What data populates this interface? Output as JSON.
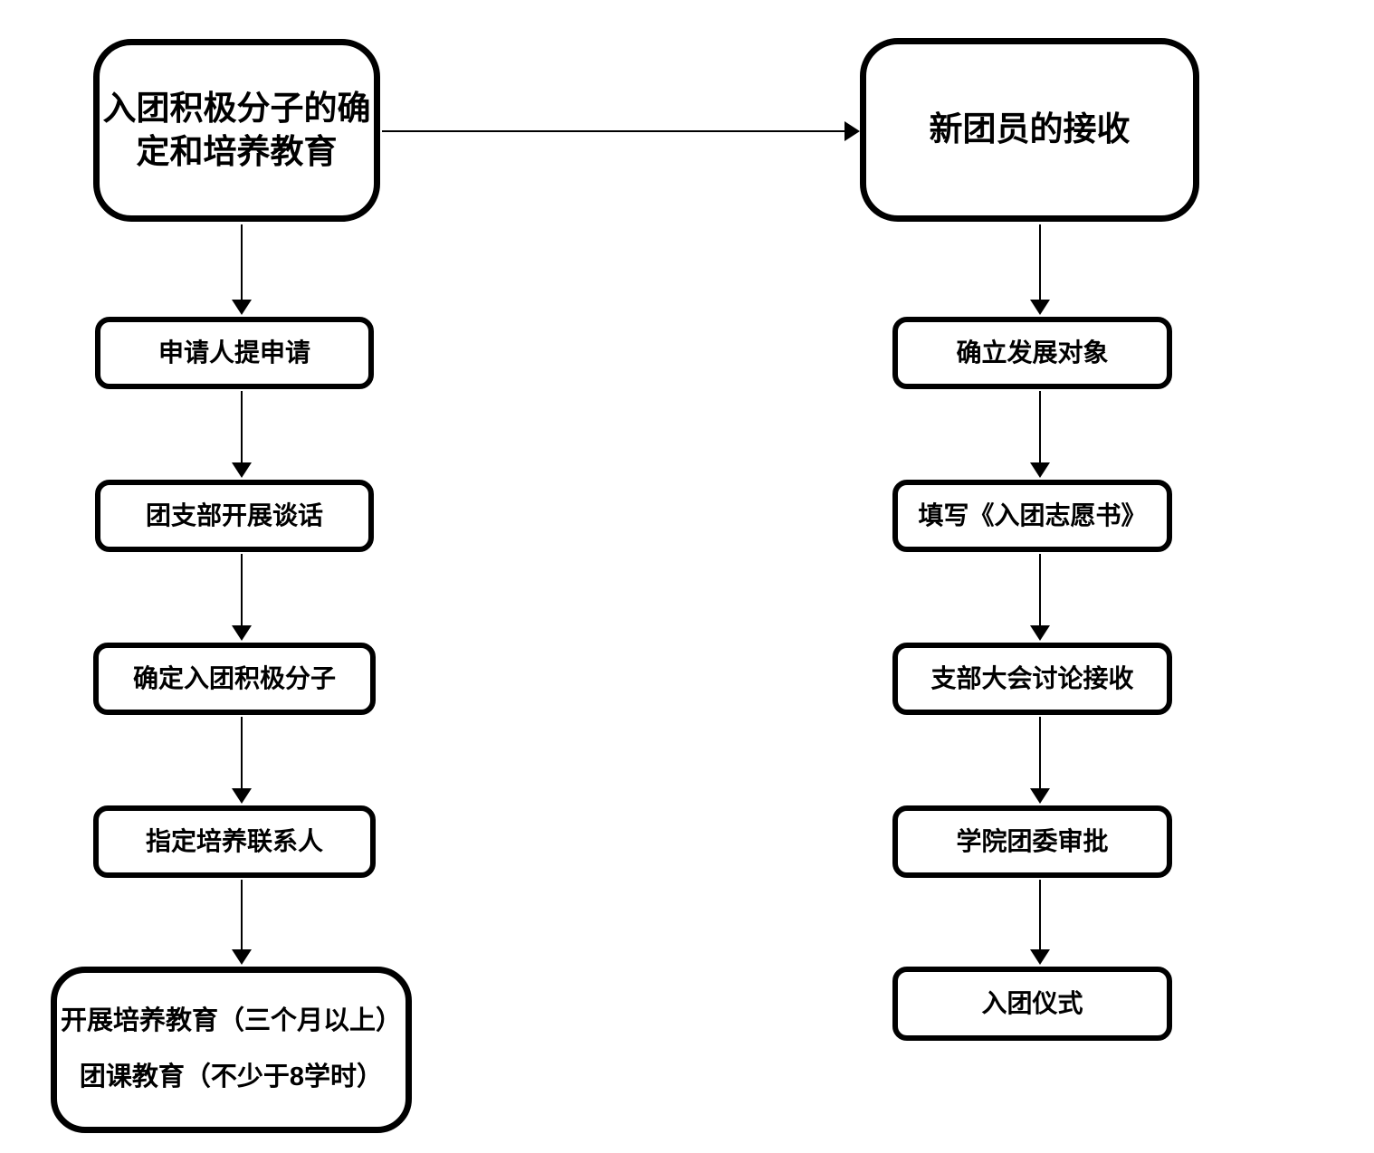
{
  "diagram": {
    "title": "League membership development flowchart",
    "colors": {
      "background": "#ffffff",
      "stroke": "#000000",
      "text": "#000000"
    },
    "left": {
      "header_lines": [
        "入团积极分子的确",
        "定和培养教育"
      ],
      "steps": [
        "申请人提申请",
        "团支部开展谈话",
        "确定入团积极分子",
        "指定培养联系人"
      ],
      "footer_lines": [
        "开展培养教育（三个月以上）",
        "团课教育（不少于8学时）"
      ]
    },
    "right": {
      "header": "新团员的接收",
      "steps": [
        "确立发展对象",
        "填写《入团志愿书》",
        "支部大会讨论接收",
        "学院团委审批",
        "入团仪式"
      ]
    }
  }
}
